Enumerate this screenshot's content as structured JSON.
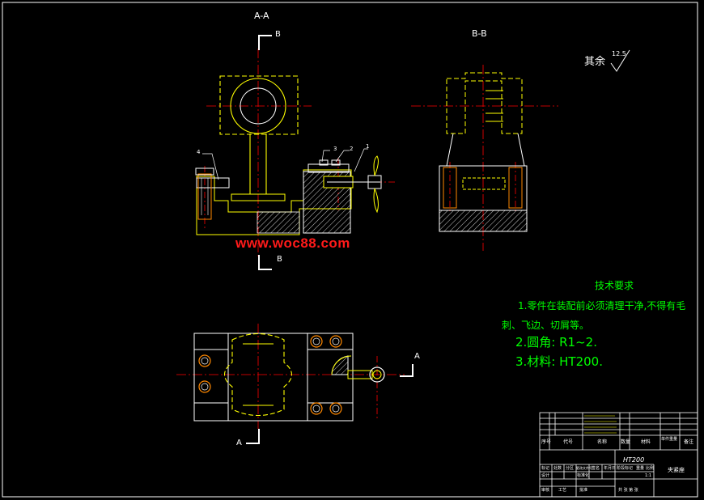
{
  "views": {
    "section_aa": "A-A",
    "section_bb": "B-B",
    "cut_b_top": "B",
    "cut_b_bottom": "B",
    "cut_a_right": "A",
    "cut_a_bottom": "A"
  },
  "part_numbers": [
    "4",
    "3",
    "2",
    "1"
  ],
  "surface_finish": {
    "label": "其余",
    "value": "12.5"
  },
  "watermark": "www.woc88.com",
  "tech_requirements": {
    "title": "技术要求",
    "item1_line1": "1.零件在装配前必须清理干净,不得有毛",
    "item1_line2": "刺、飞边、切屑等。",
    "item2": "2.圆角: R1~2.",
    "item3": "3.材料: HT200."
  },
  "title_block": {
    "header": {
      "seq": "序号",
      "code": "代号",
      "name": "名称",
      "qty": "数量",
      "material": "材料",
      "unit_weight": "单件重量",
      "note": "备注"
    },
    "material": "HT200",
    "drawing_name": "夹紧座",
    "left_labels": [
      "标记",
      "处数",
      "分区",
      "更改文件号",
      "签名",
      "年月日"
    ],
    "stage_labels": [
      "阶段标记",
      "重量",
      "比例"
    ],
    "bottom_labels": [
      "设计",
      "标准化",
      "审核",
      "工艺",
      "批准"
    ],
    "sheet_label": "共 张 第 张",
    "ratio": "1:1"
  },
  "colors": {
    "background": "#000000",
    "outline": "#ffffff",
    "body": "#ffff00",
    "centerline": "#ff0000",
    "hatch": "#ffffff",
    "bolt": "#ff8800",
    "text_green": "#00ff00",
    "watermark": "#ff1a1a",
    "cut_marker": "#ffffff"
  }
}
